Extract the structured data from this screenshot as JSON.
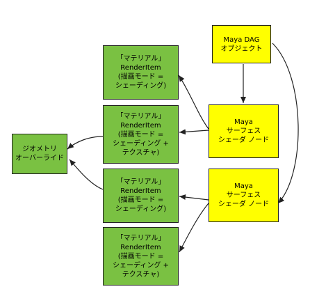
{
  "colors": {
    "green": "#7ac142",
    "yellow": "#ffff00",
    "border": "#222222",
    "edge": "#222222"
  },
  "nodes": {
    "maya_dag": "Maya DAG\nオブジェクト",
    "surface_shader_1": "Maya\nサーフェス\nシェーダ ノード",
    "surface_shader_2": "Maya\nサーフェス\nシェーダ ノード",
    "geometry_override": "ジオメトリ\nオーバーライド",
    "render_item_1": "「マテリアル」\nRenderItem\n(描画モード =\nシェーディング)",
    "render_item_2": "「マテリアル」\nRenderItem\n(描画モード =\nシェーディング +\nテクスチャ)",
    "render_item_3": "「マテリアル」\nRenderItem\n(描画モード =\nシェーディング)",
    "render_item_4": "「マテリアル」\nRenderItem\n(描画モード =\nシェーディング +\nテクスチャ)"
  },
  "edges": [
    [
      "maya_dag",
      "surface_shader_1"
    ],
    [
      "maya_dag",
      "surface_shader_2"
    ],
    [
      "surface_shader_1",
      "render_item_1"
    ],
    [
      "surface_shader_1",
      "render_item_2"
    ],
    [
      "surface_shader_2",
      "render_item_3"
    ],
    [
      "surface_shader_2",
      "render_item_4"
    ],
    [
      "render_item_2",
      "geometry_override"
    ],
    [
      "render_item_3",
      "geometry_override"
    ]
  ]
}
